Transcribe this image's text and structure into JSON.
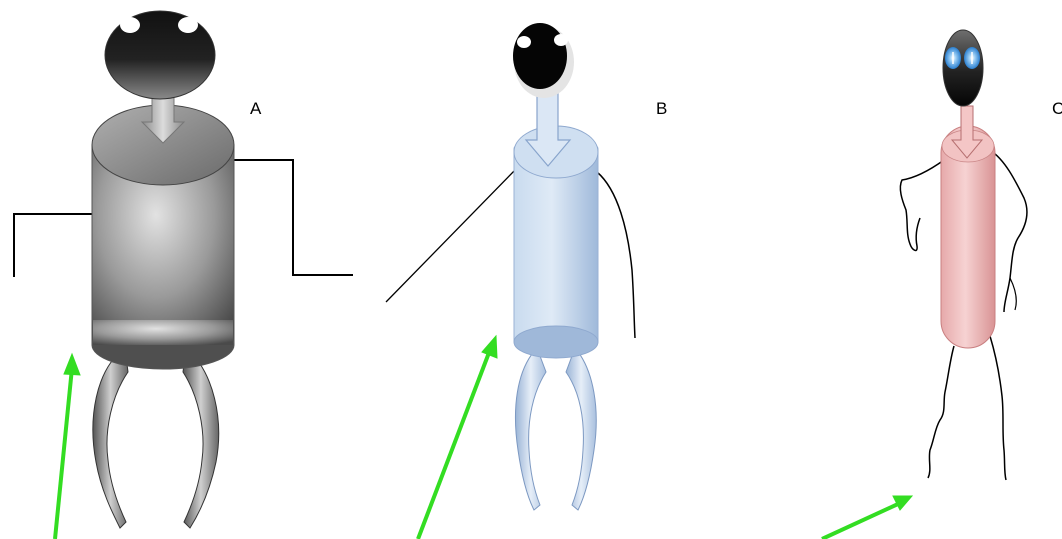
{
  "figures": [
    {
      "id": "A",
      "label": "A",
      "body_color": "#8c8c8c"
    },
    {
      "id": "B",
      "label": "B",
      "body_color": "#b8cde6"
    },
    {
      "id": "C",
      "label": "C",
      "body_color": "#f0b9b9"
    }
  ],
  "colors": {
    "arrow": "#33dd22",
    "outline": "#000000"
  }
}
